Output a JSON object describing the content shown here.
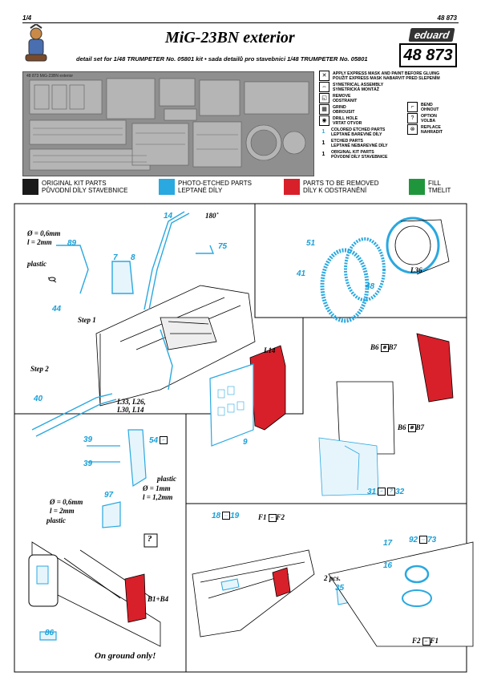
{
  "header": {
    "page": "1/4",
    "doc_number": "48 873",
    "title": "MiG-23BN exterior",
    "subtitle": "detail set for 1/48 TRUMPETER No. 05801 kit  •  sada detailů pro stavebnici 1/48 TRUMPETER No. 05801",
    "brand": "eduard",
    "set_number": "48 873"
  },
  "fret": {
    "label": "48 873  MiG-23BN exterior"
  },
  "legend": {
    "left": [
      {
        "icon": "mask-icon",
        "glyph": "✕",
        "text": "APPLY EXPRESS MASK AND PAINT BEFORE GLUING\nPOUŽIT EXPRESS MASK NABARVIT PRED SLEPENÍM"
      },
      {
        "icon": "symmetric-icon",
        "glyph": "⇔",
        "text": "SYMETRICAL ASSEMBLY\nSYMETRICKÁ MONTÁŽ"
      },
      {
        "icon": "remove-icon",
        "glyph": "◱",
        "text": "REMOVE\nODSTRANIT"
      },
      {
        "icon": "grind-icon",
        "glyph": "▦",
        "text": "GRIND\nOBROUSIT"
      },
      {
        "icon": "drill-icon",
        "glyph": "◉",
        "text": "DRILL HOLE\nVRTAT OTVOR"
      },
      {
        "icon": "colored-etched-icon",
        "glyph": "1",
        "text": "COLORED ETCHED PARTS\nLEPTANÉ BAREVNÉ DÍLY"
      },
      {
        "icon": "etched-icon",
        "glyph": "1",
        "text": "ETCHED PARTS\nLEPTANÉ NEBAREVNÉ DÍLY"
      },
      {
        "icon": "original-icon",
        "glyph": "1",
        "text": "ORIGINAL KIT PARTS\nPŮVODNÍ DÍLY STAVEBNICE"
      }
    ],
    "right": [
      {
        "icon": "bend-icon",
        "glyph": "⌐",
        "text": "BEND\nOHNOUT"
      },
      {
        "icon": "option-icon",
        "glyph": "?",
        "text": "OPTION\nVOLBA"
      },
      {
        "icon": "replace-icon",
        "glyph": "⊗",
        "text": "REPLACE\nNAHRADIT"
      }
    ]
  },
  "swatches": [
    {
      "name": "original-kit-parts",
      "color": "#1a1a1a",
      "line1": "ORIGINAL KIT PARTS",
      "line2": "PŮVODNÍ DÍLY STAVEBNICE"
    },
    {
      "name": "photo-etched-parts",
      "color": "#2aa8e0",
      "line1": "PHOTO-ETCHED PARTS",
      "line2": "LEPTANÉ DÍLY"
    },
    {
      "name": "parts-to-be-removed",
      "color": "#d8202a",
      "line1": "PARTS TO BE REMOVED",
      "line2": "DÍLY K ODSTRANĚNÍ"
    },
    {
      "name": "fill",
      "color": "#20963c",
      "line1": "FILL",
      "line2": "TMELIT"
    }
  ],
  "colors": {
    "etched": "#2aa8e0",
    "remove": "#d8202a",
    "line": "#000000"
  },
  "labels": {
    "n14": "14",
    "deg180": "180˚",
    "n75": "75",
    "n7": "7",
    "n8": "8",
    "n89": "89",
    "n44": "44",
    "n40": "40",
    "n9": "9",
    "L14": "L14",
    "n51": "51",
    "n41": "41",
    "n48": "48",
    "L36": "L36",
    "B6a": "B6",
    "B7a": "B7",
    "B6b": "B6",
    "B7b": "B7",
    "n31": "31",
    "n32": "32",
    "n39a": "39",
    "n39b": "39",
    "n54": "54",
    "n97": "97",
    "n18": "18",
    "n19": "19",
    "F1a": "F1",
    "F2a": "F2",
    "n35": "35",
    "n17": "17",
    "n16": "16",
    "n92": "92",
    "n73": "73",
    "F2b": "F2",
    "F1b": "F1",
    "n86": "86",
    "B1B4": "B1+B4",
    "qmark": "?"
  },
  "notes": {
    "dia1": "Ø = 0,6mm",
    "len1": "l = 2mm",
    "plastic1": "plastic",
    "step1": "Step 1",
    "step2": "Step 2",
    "kitparts": "L33, L26,\nL30, L14",
    "plastic2": "plastic",
    "dia2": "Ø = 1mm",
    "len2": "l = 1,2mm",
    "dia3": "Ø = 0,6mm",
    "len3": "l = 2mm",
    "plastic3": "plastic",
    "twopcs": "2 pcs.",
    "ground": "On ground only!"
  }
}
